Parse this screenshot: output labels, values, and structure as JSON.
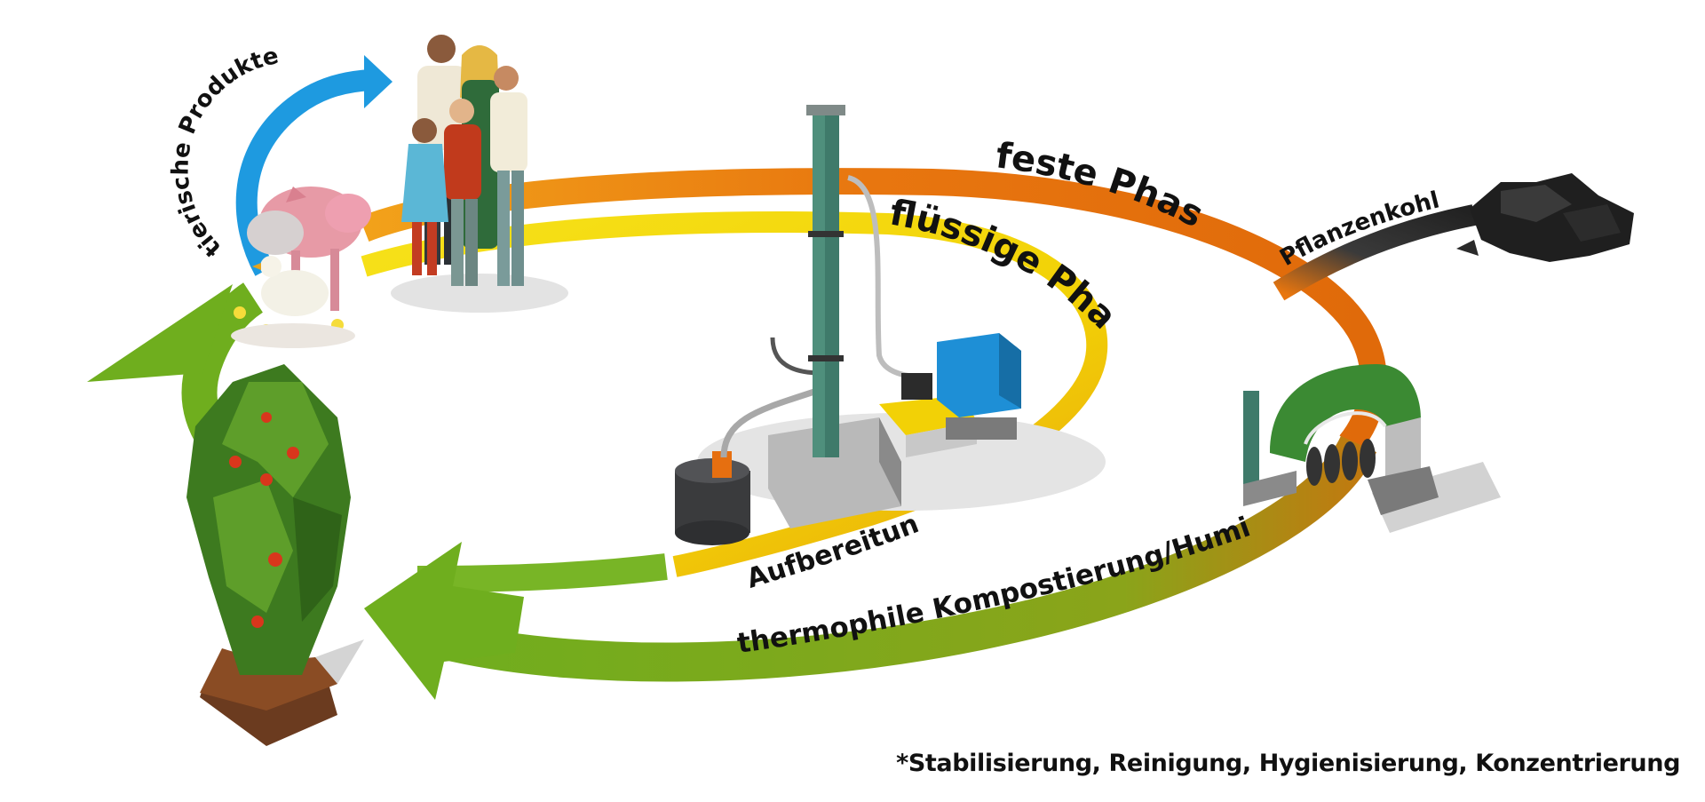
{
  "labels": {
    "tierische_produkte": "tierische Produkte",
    "feste_phase": "feste Phase",
    "fluessige_phase": "flüssige Phase",
    "pflanzenkohle": "Pflanzenkohle",
    "aufbereitung": "Aufbereitung*",
    "kompostierung": "thermophile Kompostierung/Humifizierung"
  },
  "footnote": "*Stabilisierung, Reinigung, Hygienisierung, Konzentrierung",
  "colors": {
    "orange": "#e8760f",
    "yellow": "#f2d106",
    "green": "#6fae1e",
    "blue": "#1e9ae0",
    "char": "#2a2a2a"
  },
  "icons": [
    "family-icon",
    "pig-icon",
    "chicken-icon",
    "tomato-plant-icon",
    "separation-plant-icon",
    "screw-press-icon",
    "biochar-pile-icon"
  ]
}
